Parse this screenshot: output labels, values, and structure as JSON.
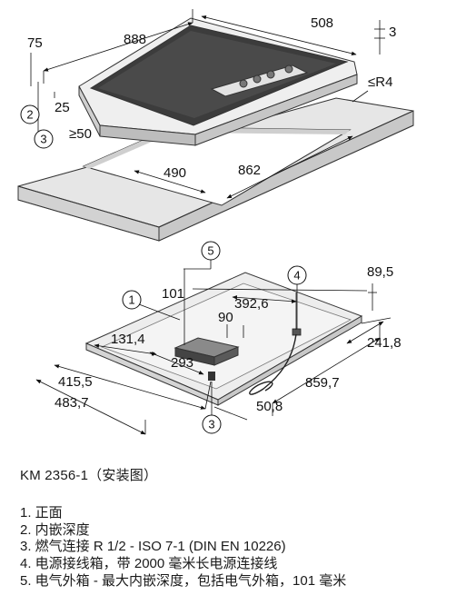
{
  "diagram": {
    "top_view": {
      "dims": {
        "d75": "75",
        "d888": "888",
        "d508": "508",
        "d3": "3",
        "dR4": "≤R4",
        "d25": "25",
        "d50": "≥50",
        "d490": "490",
        "d862": "862"
      },
      "callouts": {
        "c2": "2",
        "c3": "3"
      }
    },
    "bottom_view": {
      "dims": {
        "d101": "101",
        "d392": "392,6",
        "d895": "89,5",
        "d90": "90",
        "d131": "131,4",
        "d293": "293",
        "d2418": "241,8",
        "d4155": "415,5",
        "d4837": "483,7",
        "d508b": "50,8",
        "d8597": "859,7"
      },
      "callouts": {
        "c1": "1",
        "c3": "3",
        "c4": "4",
        "c5": "5"
      }
    }
  },
  "caption": "KM 2356-1（安装图）",
  "legend": [
    "1. 正面",
    "2. 内嵌深度",
    "3. 燃气连接 R 1/2 - ISO 7-1 (DIN EN 10226)",
    "4. 电源接线箱，带 2000 毫米长电源连接线",
    "5. 电气外箱 - 最大内嵌深度，包括电气外箱，101 毫米"
  ]
}
